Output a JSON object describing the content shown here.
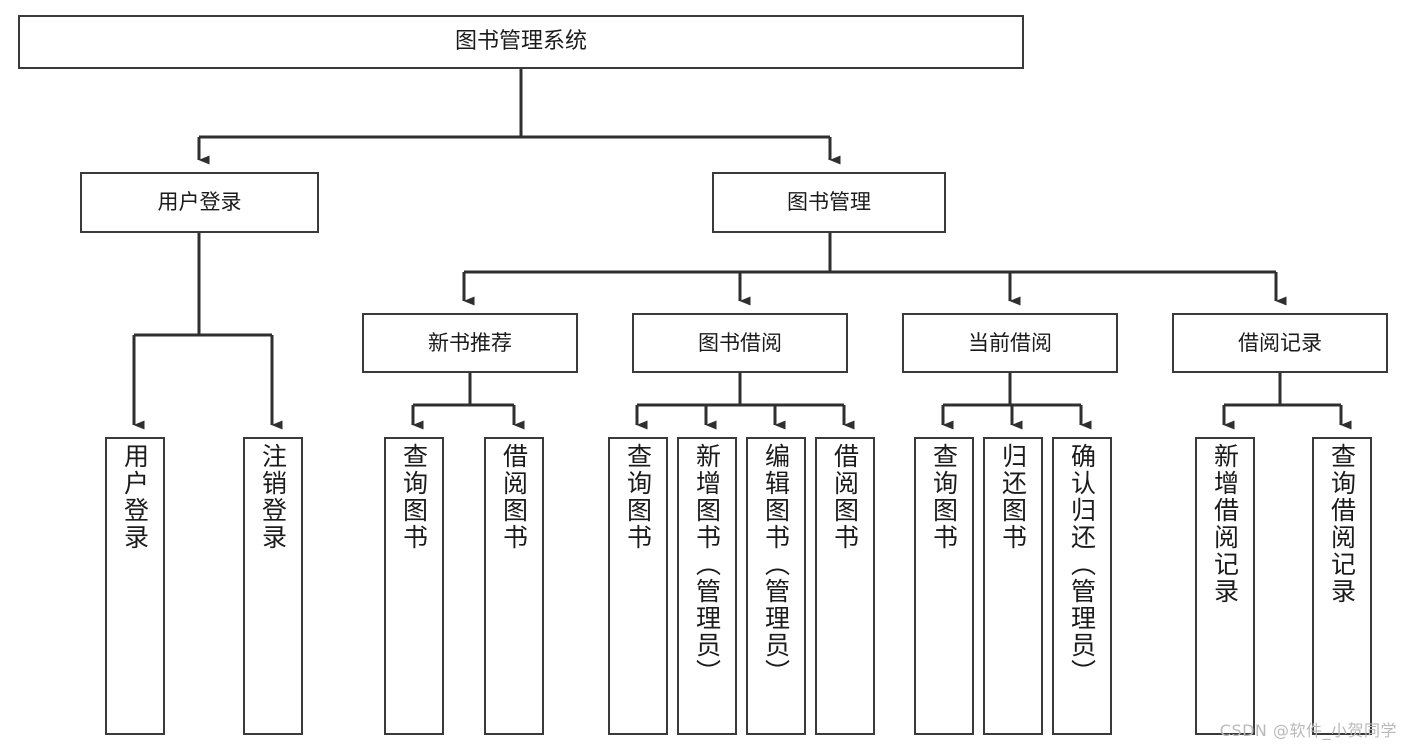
{
  "diagram": {
    "type": "tree-hierarchy",
    "title": "图书管理系统",
    "root": {
      "id": "root",
      "label": "图书管理系统"
    },
    "level1": [
      {
        "id": "user-login",
        "label": "用户登录"
      },
      {
        "id": "book-manage",
        "label": "图书管理"
      }
    ],
    "level2": [
      {
        "id": "new-book-rec",
        "label": "新书推荐",
        "parent": "book-manage"
      },
      {
        "id": "book-borrow",
        "label": "图书借阅",
        "parent": "book-manage"
      },
      {
        "id": "current-borrow",
        "label": "当前借阅",
        "parent": "book-manage"
      },
      {
        "id": "borrow-record",
        "label": "借阅记录",
        "parent": "book-manage"
      }
    ],
    "leaves": {
      "user-login": [
        {
          "id": "leaf-user-login",
          "label": "用户登录"
        },
        {
          "id": "leaf-logout",
          "label": "注销登录"
        }
      ],
      "new-book-rec": [
        {
          "id": "leaf-query-book-1",
          "label": "查询图书"
        },
        {
          "id": "leaf-borrow-book-1",
          "label": "借阅图书"
        }
      ],
      "book-borrow": [
        {
          "id": "leaf-query-book-2",
          "label": "查询图书"
        },
        {
          "id": "leaf-add-book",
          "label": "新增图书（管理员）"
        },
        {
          "id": "leaf-edit-book",
          "label": "编辑图书（管理员）"
        },
        {
          "id": "leaf-borrow-book-2",
          "label": "借阅图书"
        }
      ],
      "current-borrow": [
        {
          "id": "leaf-query-book-3",
          "label": "查询图书"
        },
        {
          "id": "leaf-return-book",
          "label": "归还图书"
        },
        {
          "id": "leaf-confirm-return",
          "label": "确认归还（管理员）"
        }
      ],
      "borrow-record": [
        {
          "id": "leaf-add-record",
          "label": "新增借阅记录"
        },
        {
          "id": "leaf-query-record",
          "label": "查询借阅记录"
        }
      ]
    },
    "colors": {
      "box_stroke": "#3a3a3a",
      "box_fill": "#ffffff",
      "edge": "#2f2f2f",
      "text": "#1b1b1b",
      "watermark": "#b9b9b9"
    }
  },
  "watermark": {
    "text": "CSDN @软件_小贺同学"
  }
}
